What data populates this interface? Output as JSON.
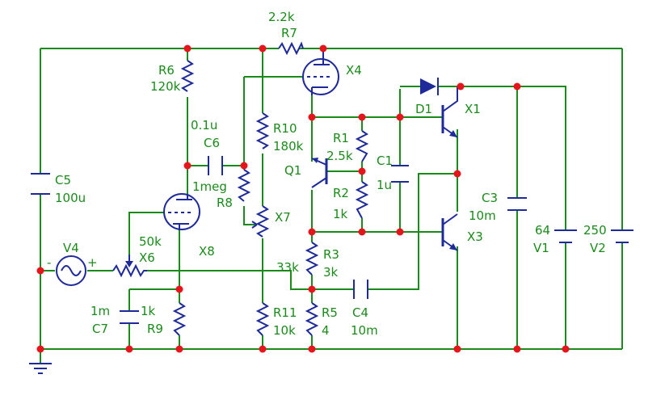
{
  "labels": {
    "r7_value": "2.2k",
    "r7_name": "R7",
    "r6_name": "R6",
    "r6_value": "120k",
    "x4_name": "X4",
    "d1_name": "D1",
    "x1_name": "X1",
    "r10_name": "R10",
    "r10_value": "180k",
    "c6_value": "0.1u",
    "c6_name": "C6",
    "r1_name": "R1",
    "r1_value": "2.5k",
    "c1_name": "C1",
    "c1_value": "1u",
    "q1_name": "Q1",
    "r2_name": "R2",
    "r2_value": "1k",
    "c5_name": "C5",
    "c5_value": "100u",
    "r8_value": "1meg",
    "r8_name": "R8",
    "x7_name": "X7",
    "c3_name": "C3",
    "c3_value": "10m",
    "x3_name": "X3",
    "v1_value": "64",
    "v1_name": "V1",
    "v2_value": "250",
    "v2_name": "V2",
    "v4_name": "V4",
    "x6_value": "50k",
    "x6_name": "X6",
    "x8_name": "X8",
    "r3_value": "33k",
    "r3_name": "R3",
    "r3_kval": "3k",
    "c7_value": "1m",
    "c7_name": "C7",
    "r9_value": "1k",
    "r9_name": "R9",
    "r11_name": "R11",
    "r11_value": "10k",
    "r5_name": "R5",
    "r5_value": "4",
    "c4_name": "C4",
    "c4_value": "10m",
    "v4_minus": "-",
    "v4_plus": "+"
  },
  "colors": {
    "wire": "#1a8a1a",
    "component": "#1e2a9a",
    "junction": "#e8141b",
    "background": "#ffffff"
  }
}
